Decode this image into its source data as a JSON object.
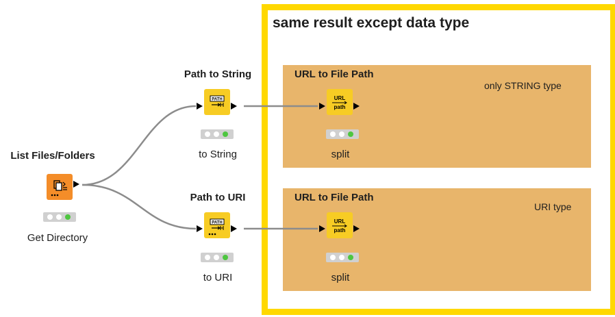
{
  "annotation": {
    "title": "same result except data type",
    "top_box": {
      "title": "URL to File Path",
      "note": "only STRING type"
    },
    "bottom_box": {
      "title": "URL to File Path",
      "note": "URI type"
    }
  },
  "nodes": {
    "list_files": {
      "name": "List Files/Folders",
      "label": "Get Directory",
      "icon": "list-files-icon",
      "color": "#f48d29"
    },
    "path_to_string": {
      "name": "Path to String",
      "label": "to String",
      "icon": "path-to-string-icon",
      "icon_text": "PATH",
      "color": "#f7cc24"
    },
    "path_to_uri": {
      "name": "Path to URI",
      "label": "to URI",
      "icon": "path-to-uri-icon",
      "icon_text": "PATH",
      "color": "#f7cc24"
    },
    "url_to_path_top": {
      "label": "split",
      "icon": "url-to-path-icon",
      "icon_text_top": "URL",
      "icon_text_bottom": "path",
      "color": "#f7cc24"
    },
    "url_to_path_bottom": {
      "label": "split",
      "icon": "url-to-path-icon",
      "icon_text_top": "URL",
      "icon_text_bottom": "path",
      "color": "#f7cc24"
    }
  },
  "colors": {
    "annotation_border": "#ffd800",
    "annotation_box": "#e8b56b",
    "status_green": "#4ec640"
  }
}
